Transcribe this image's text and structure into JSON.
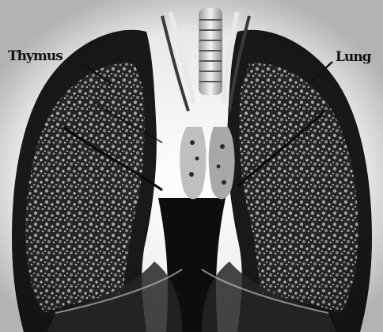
{
  "figure": {
    "labels": {
      "thymus": "Thymus",
      "lung": "Lung"
    },
    "illustration": "lungs-and-thymus",
    "colors": {
      "background": "#ffffff",
      "ink": "#111111",
      "lung_dark": "#1a1a1a",
      "tissue_light": "#cfcfcf"
    }
  }
}
